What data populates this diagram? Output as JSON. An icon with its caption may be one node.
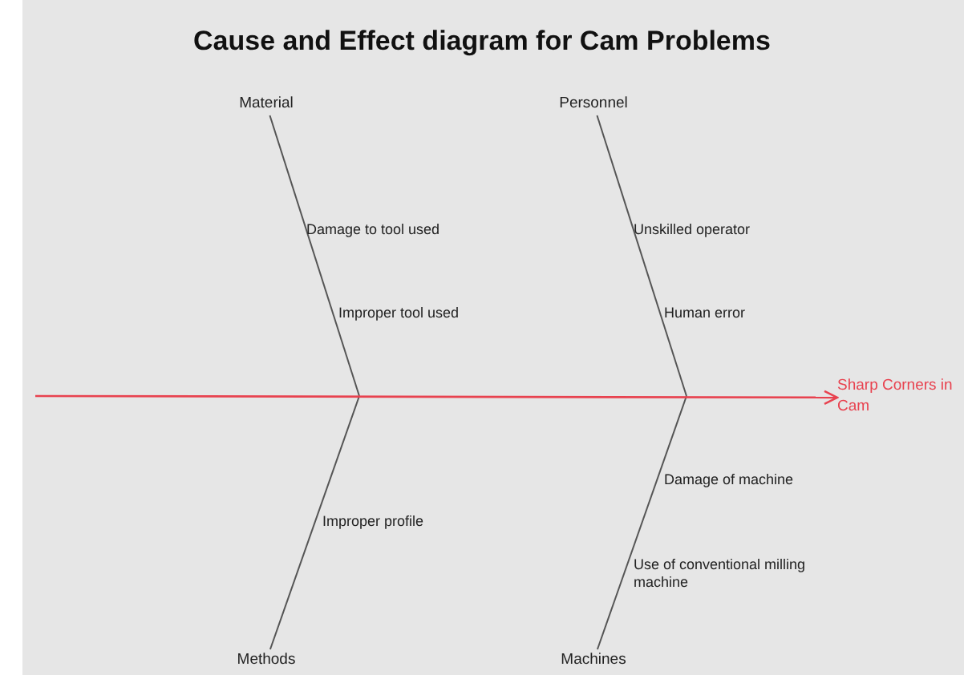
{
  "diagram": {
    "title": "Cause and Effect diagram for Cam Problems",
    "nodes": [
      {
        "text": [
          "Material"
        ]
      },
      {
        "text": [
          "Personnel"
        ]
      },
      {
        "text": [
          "Sharp Corners in Cam"
        ]
      },
      {
        "text": [
          "Methods"
        ]
      },
      {
        "text": [
          "Machines"
        ]
      }
    ],
    "edges": [
      {
        "from": 0,
        "to": null,
        "arrow": "none"
      },
      {
        "from": 1,
        "to": null,
        "arrow": "none"
      },
      {
        "from": 3,
        "to": null,
        "arrow": "none"
      },
      {
        "from": 4,
        "to": null,
        "arrow": "none"
      },
      {
        "from": null,
        "to": 2,
        "arrow": "to",
        "color": "#e8424f"
      }
    ],
    "labels": [
      "Damage to tool used",
      "Unskilled operator",
      "Improper tool used",
      "Human error",
      "Damage of machine",
      "Improper profile",
      "Use of conventional milling machine"
    ]
  }
}
